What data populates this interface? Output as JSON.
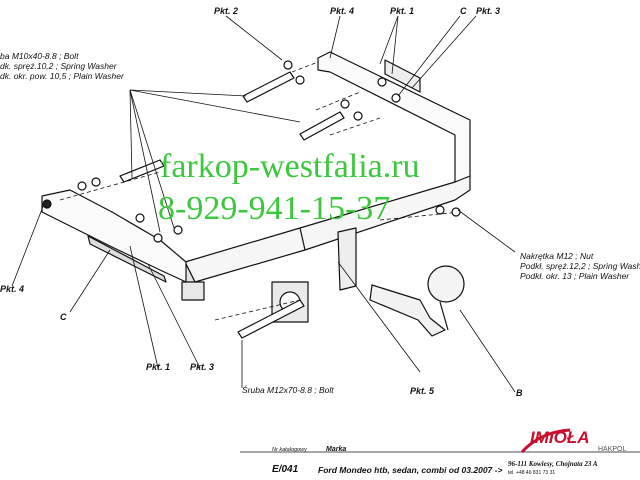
{
  "watermark": {
    "site": "farkop-westfalia.ru",
    "phone": "8-929-941-15-37"
  },
  "labels": {
    "pkt1_top": "Pkt. 1",
    "pkt2_top": "Pkt. 2",
    "pkt3_top": "Pkt. 3",
    "pkt4_top": "Pkt. 4",
    "pkt4_left": "Pkt. 4",
    "pkt1_bottom": "Pkt. 1",
    "pkt3_bottom": "Pkt. 3",
    "pkt5_bottom": "Pkt. 5",
    "c_top": "C",
    "c_left": "C",
    "b_right": "B"
  },
  "bolt_legend": [
    "ba M10x40-8.8 ;  Bolt",
    "dk. spręż.10,2 ; Spring Washer",
    "dk. okr. pow. 10,5 ; Plain Washer"
  ],
  "nut_legend": [
    "Nakrętka  M12 ; Nut",
    "Podkł. spręż.12,2 ; Spring Wash",
    "Podkł. okr. 13 ; Plain Washer"
  ],
  "bolt_bottom": "Śruba M12x70-8.8 ;  Bolt",
  "title_block": {
    "nr_label": "Nr katalogowy",
    "marka_label": "Marka",
    "catalog_no": "E/041",
    "vehicle": "Ford Mondeo htb, sedan, combi    od  03.2007 ->",
    "brand": "IMIOŁA",
    "brand_sub": "HAKPOL",
    "address": "96-111 Kowiesy, Chojnata 23 A",
    "phone": "tel. +48 46 831 73 31"
  },
  "colors": {
    "watermark": "#3cc83c",
    "brand_red": "#c8102e"
  }
}
